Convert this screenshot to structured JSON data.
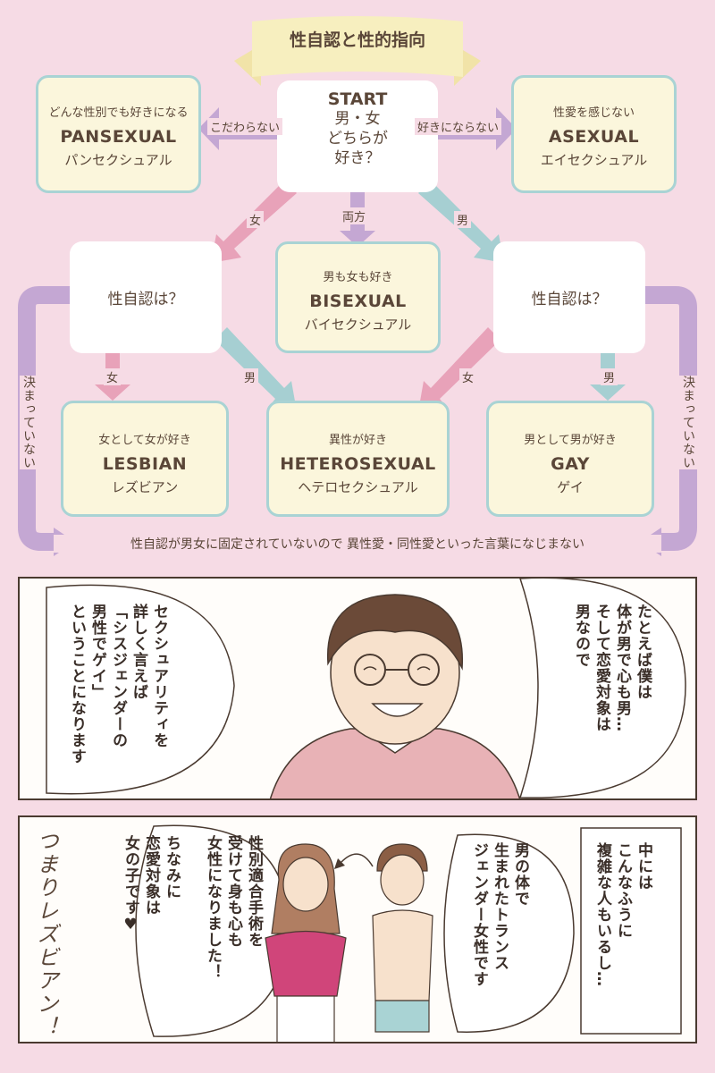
{
  "title": "性自認と性的指向",
  "start": {
    "label": "START",
    "question": [
      "男・女",
      "どちらが",
      "好き？"
    ]
  },
  "edges": {
    "left_to_pan": "こだわらない",
    "right_to_asexual": "好きにならない",
    "female": "女",
    "both": "両方",
    "male": "男",
    "left_lesbian": "女",
    "left_hetero": "男",
    "right_hetero": "女",
    "right_gay": "男",
    "undecided": "決まっていない"
  },
  "nodes": {
    "pansexual": {
      "desc": "どんな性別でも好きになる",
      "name": "PANSEXUAL",
      "kana": "パンセクシュアル"
    },
    "asexual": {
      "desc": "性愛を感じない",
      "name": "ASEXUAL",
      "kana": "エイセクシュアル"
    },
    "bisexual": {
      "desc": "男も女も好き",
      "name": "BISEXUAL",
      "kana": "バイセクシュアル"
    },
    "lesbian": {
      "desc": "女として女が好き",
      "name": "LESBIAN",
      "kana": "レズビアン"
    },
    "hetero": {
      "desc": "異性が好き",
      "name": "HETEROSEXUAL",
      "kana": "ヘテロセクシュアル"
    },
    "gay": {
      "desc": "男として男が好き",
      "name": "GAY",
      "kana": "ゲイ"
    },
    "identity_left": "性自認は？",
    "identity_right": "性自認は？"
  },
  "note_bottom": "性自認が男女に固定されていないので 異性愛・同性愛といった言葉になじまない",
  "manga": {
    "panel1": {
      "bubble_right": "たとえば僕は\n体が男で心も男…\nそして恋愛対象は\n男なので",
      "bubble_left": "セクシュアリティを\n詳しく言えば\n「シスジェンダーの\n男性でゲイ」\nということになります"
    },
    "panel2": {
      "box": "中には\nこんなふうに\n複雑な人もいるし…",
      "bubble_mid": "男の体で\n生まれたトランス\nジェンダー女性です",
      "bubble_left": "性別適合手術を\n受けて身も心も\n女性になりました！\n\nちなみに\n恋愛対象は\n女の子です♥",
      "handwriting": "つまりレズビアン！"
    }
  },
  "colors": {
    "background": "#f6dbe5",
    "box_fill": "#fbf6dc",
    "box_border": "#a9d3d4",
    "arrow_purple": "#c4a7d3",
    "arrow_pink": "#e8a2b9",
    "arrow_teal": "#a6cfd2"
  }
}
